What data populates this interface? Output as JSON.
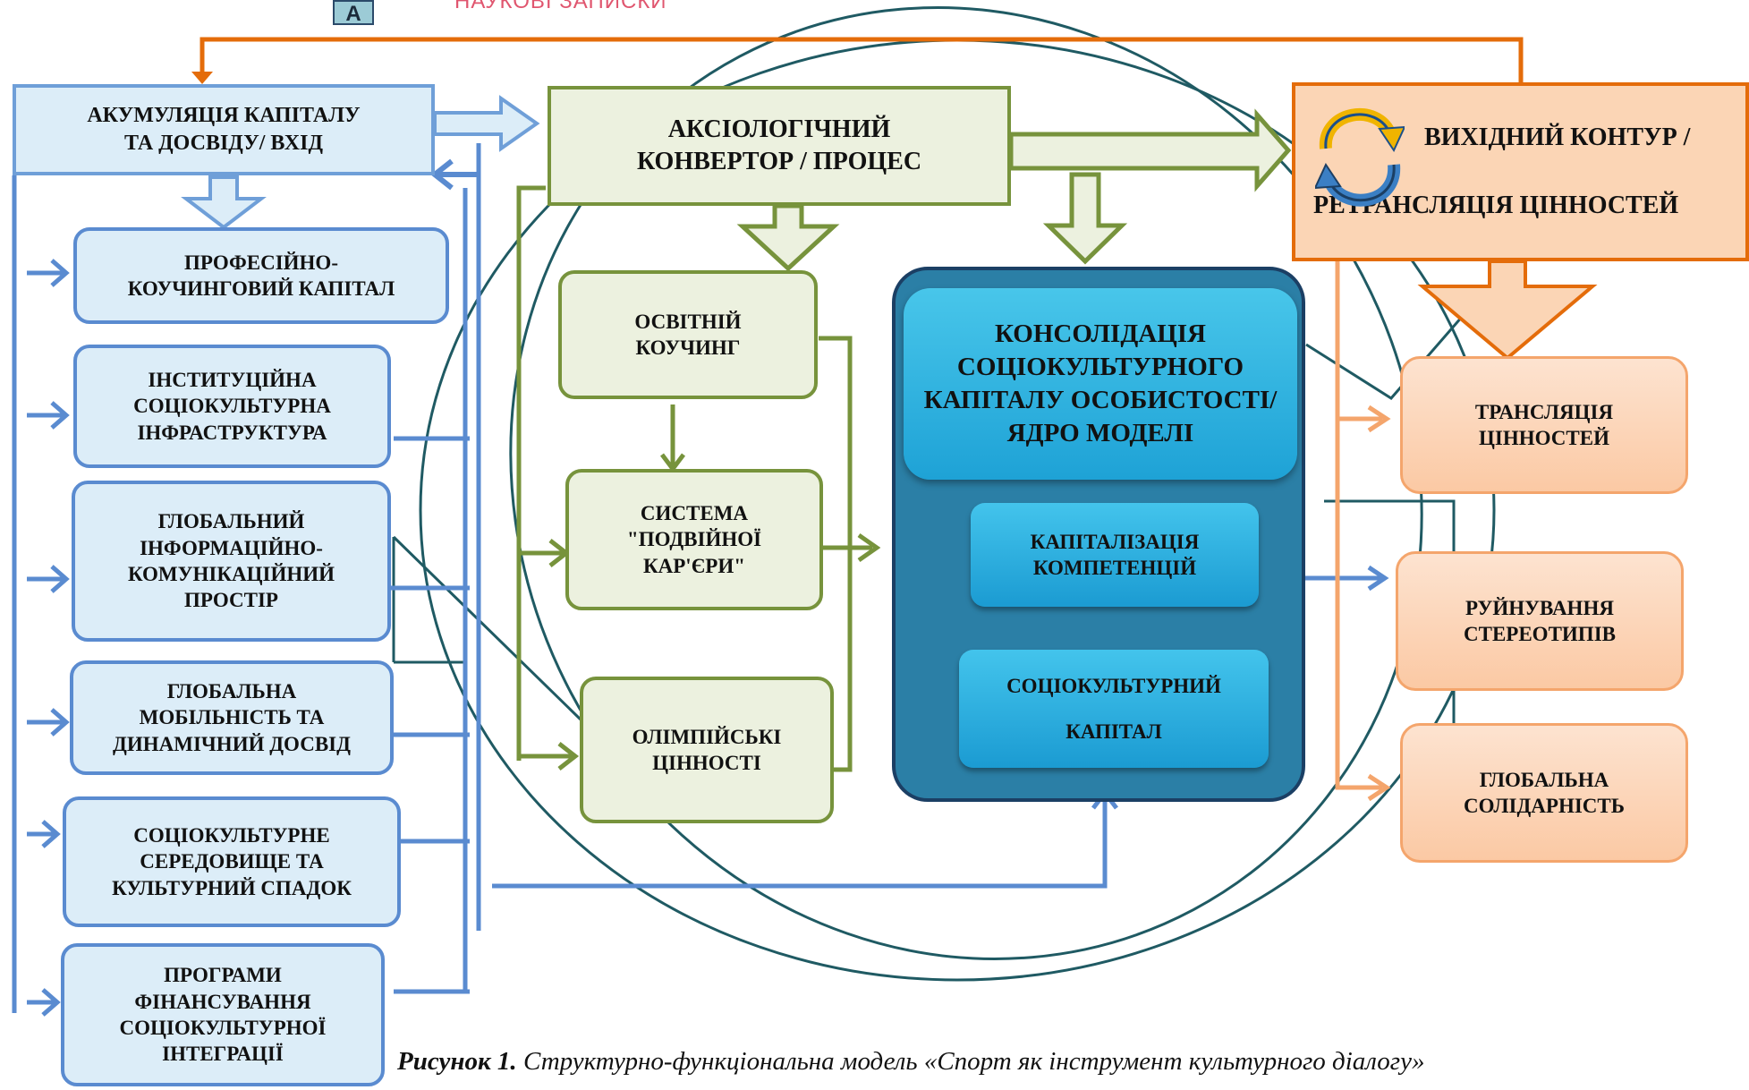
{
  "header": {
    "logo_letter": "A",
    "journal_name": "НАУКОВІ ЗАПИСКИ"
  },
  "input": {
    "title": "АКУМУЛЯЦІЯ КАПІТАЛУ\nТА ДОСВІДУ/ ВХІД",
    "items": [
      "ПРОФЕСІЙНО-\nКОУЧИНГОВИЙ КАПІТАЛ",
      "ІНСТИТУЦІЙНА\nСОЦІОКУЛЬТУРНА\nІНФРАСТРУКТУРА",
      "ГЛОБАЛЬНИЙ\nІНФОРМАЦІЙНО-\nКОМУНІКАЦІЙНИЙ\nПРОСТІР",
      "ГЛОБАЛЬНА\nМОБІЛЬНІСТЬ ТА\nДИНАМІЧНИЙ ДОСВІД",
      "СОЦІОКУЛЬТУРНЕ\nСЕРЕДОВИЩЕ ТА\nКУЛЬТУРНИЙ СПАДОК",
      "ПРОГРАМИ\nФІНАНСУВАННЯ\nСОЦІОКУЛЬТУРНОЇ\nІНТЕГРАЦІЇ"
    ]
  },
  "process": {
    "title": "АКСІОЛОГІЧНИЙ\nКОНВЕРТОР / ПРОЦЕС",
    "items": [
      "ОСВІТНІЙ\nКОУЧИНГ",
      "СИСТЕМА\n\"ПОДВІЙНОЇ\nКАР'ЄРИ\"",
      "ОЛІМПІЙСЬКІ\nЦІННОСТІ"
    ]
  },
  "core": {
    "title": "КОНСОЛІДАЦІЯ\nСОЦІОКУЛЬТУРНОГО\nКАПІТАЛУ ОСОБИСТОСТІ/\nЯДРО МОДЕЛІ",
    "items": [
      "КАПІТАЛІЗАЦІЯ\nКОМПЕТЕНЦІЙ",
      "СОЦІОКУЛЬТУРНИЙ\n\nКАПІТАЛ"
    ]
  },
  "output": {
    "title_line1": "ВИХІДНИЙ КОНТУР /",
    "title_line2": "РЕТРАНСЛЯЦІЯ ЦІННОСТЕЙ",
    "items": [
      "ТРАНСЛЯЦІЯ\nЦІННОСТЕЙ",
      "РУЙНУВАННЯ\nСТЕРЕОТИПІВ",
      "ГЛОБАЛЬНА\nСОЛІДАРНІСТЬ"
    ]
  },
  "caption": {
    "label": "Рисунок 1.",
    "text": " Структурно-функціональна модель «Спорт як інструмент культурного діалогу»"
  },
  "colors": {
    "input_border": "#6f9fd8",
    "input_fill": "#dcedf8",
    "process_border": "#77933c",
    "process_fill": "#ecf1df",
    "core_fill": "#2b7fa6",
    "core_accent": "#1ea2d6",
    "output_border": "#e46c0a",
    "output_fill": "#fbd5b5",
    "ellipse_stroke": "#1f5a63"
  }
}
